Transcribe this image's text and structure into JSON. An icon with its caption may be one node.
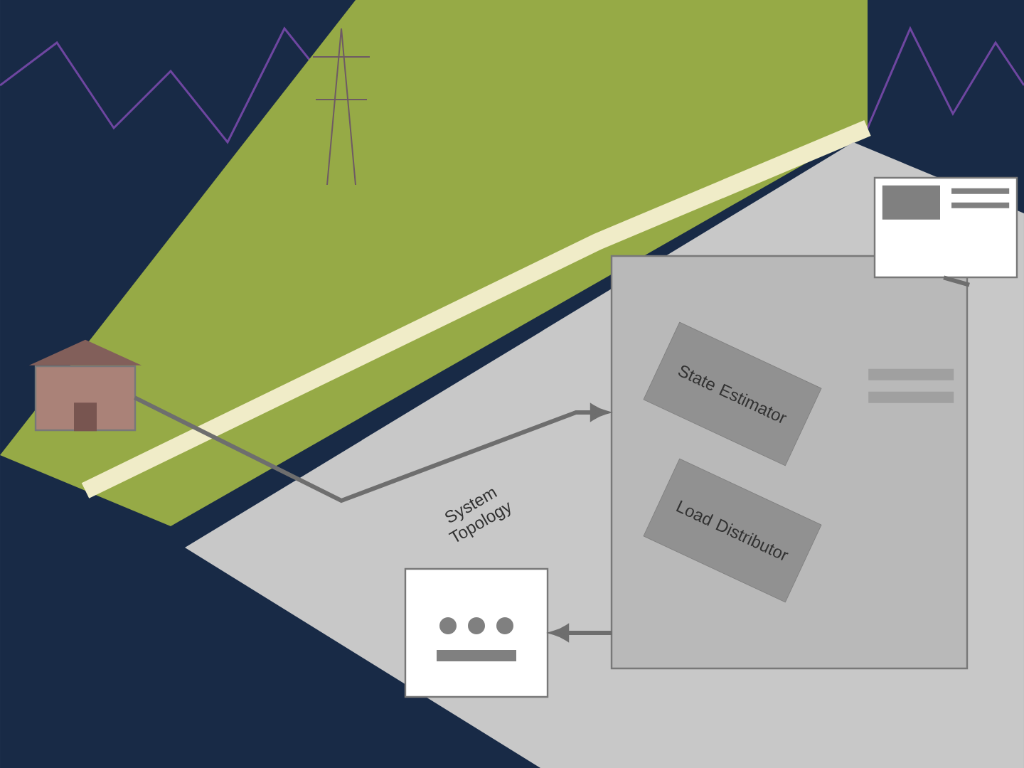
{
  "diagram": {
    "nodes": [
      {
        "text": [],
        "shape": "picture"
      },
      {
        "text": [],
        "shape": "box"
      },
      {
        "text": [
          "State Estimator"
        ],
        "in": 1
      },
      {
        "text": [
          "Load Distributor"
        ],
        "in": 1
      },
      {
        "text": [],
        "shape": "picture"
      },
      {
        "text": [],
        "shape": "picture"
      }
    ],
    "edges": [
      {
        "from": 0,
        "to": 1,
        "arrow": "to",
        "label": "System Topology"
      },
      {
        "from": 1,
        "to": 4,
        "arrow": "to"
      },
      {
        "from": 1,
        "to": 5,
        "arrow": "none"
      }
    ]
  }
}
